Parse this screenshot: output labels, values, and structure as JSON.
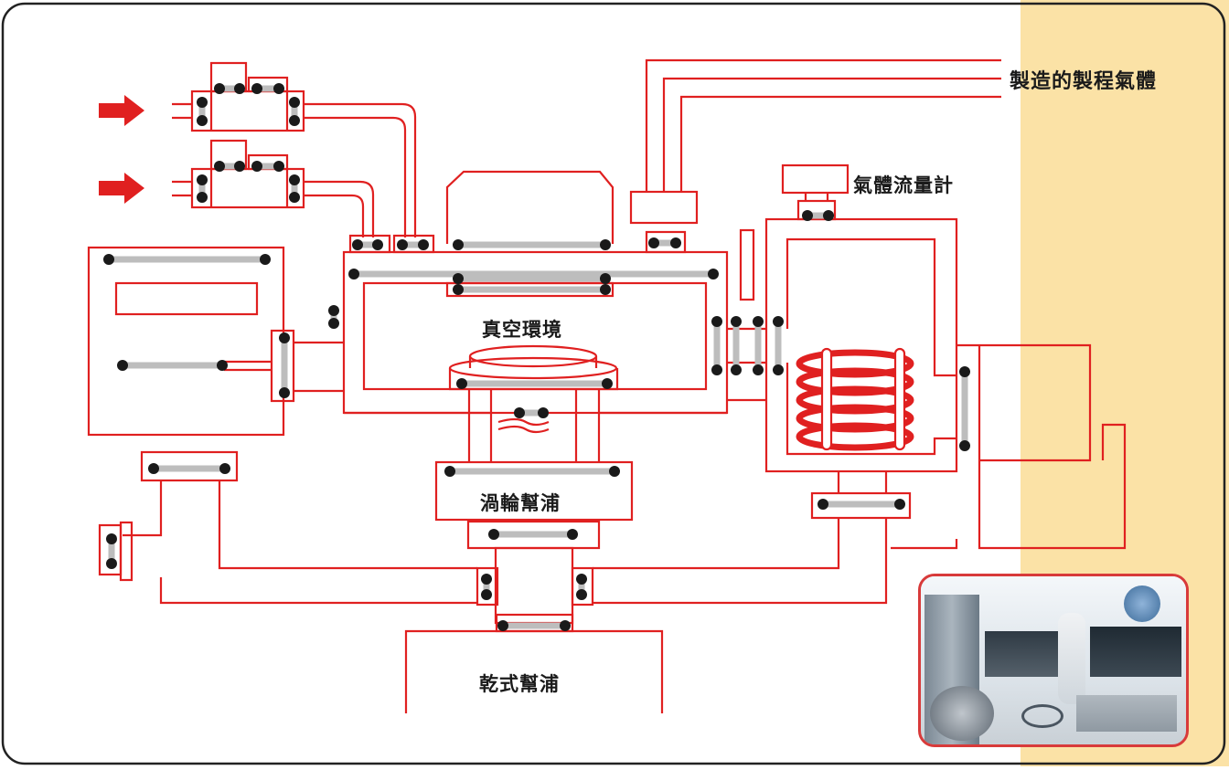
{
  "colors": {
    "accent_line": "#e02020",
    "pipe": "#bdbdbd",
    "dot": "#1a1a1a",
    "side_band": "#fbe2a6",
    "frame": "#222222"
  },
  "labels": {
    "process_gas": "製造的製程氣體",
    "flow_meter": "氣體流量計",
    "vacuum_env": "真空環境",
    "turbo_pump": "渦輪幫浦",
    "dry_pump": "乾式幫浦"
  },
  "icons": {
    "inlet_arrow_top": "arrow-right-icon",
    "inlet_arrow_bottom": "arrow-right-icon"
  },
  "photo": {
    "subject": "cleanroom-factory-photo"
  }
}
